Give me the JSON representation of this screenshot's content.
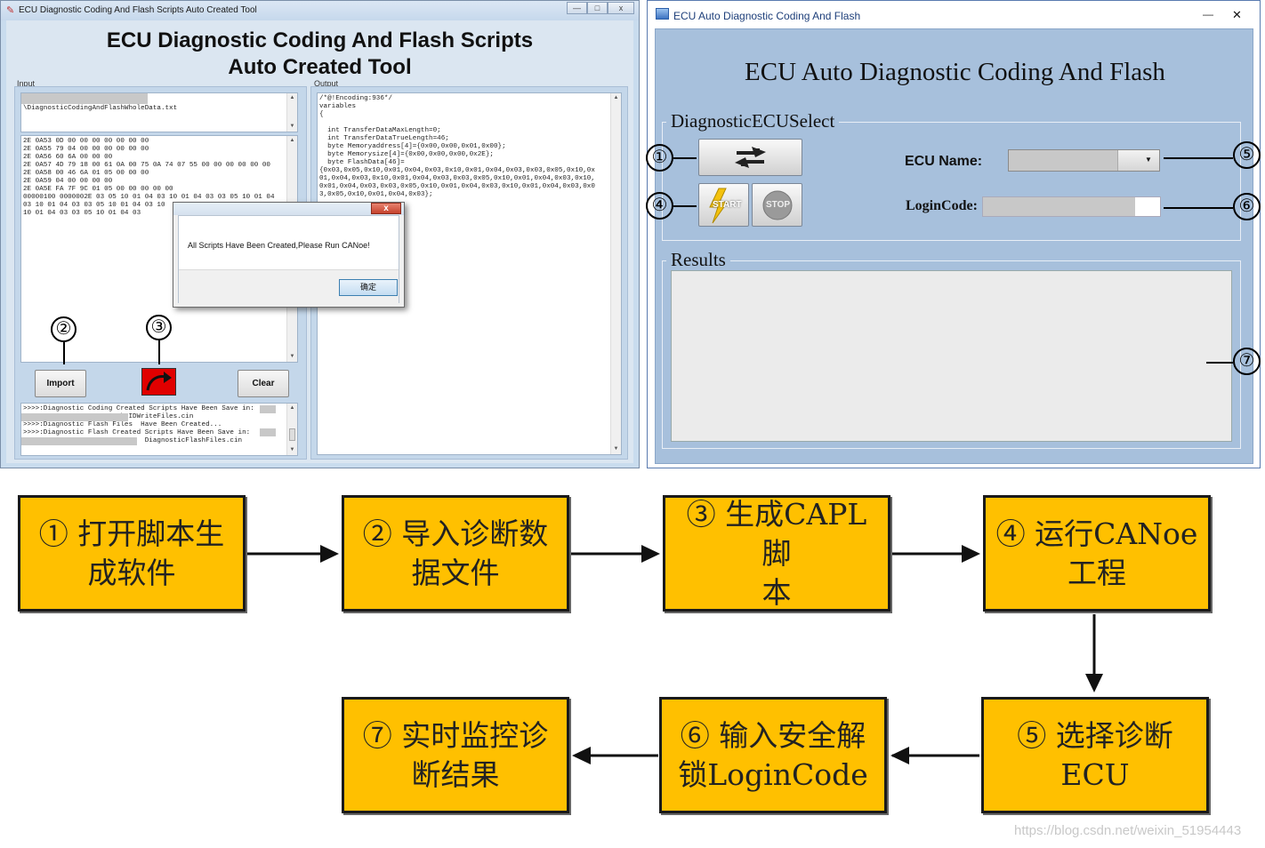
{
  "left_window": {
    "title": "ECU Diagnostic Coding And Flash Scripts Auto Created Tool",
    "heading_line1": "ECU Diagnostic Coding And Flash Scripts",
    "heading_line2": "Auto Created Tool",
    "input_label": "Input",
    "output_label": "Output",
    "input_path": "\\DiagnosticCodingAndFlashWholeData.txt",
    "hex_lines": [
      "2E 0A53 0D 00 00 00 00 00 00 00",
      "2E 0A55 79 04 00 00 00 00 00 00",
      "2E 0A56 60 6A 00 00 00",
      "2E 0A57 4D 79 18 00 61 0A 00 75 0A 74 07 55 00 00 00 00 00 00",
      "2E 0A58 00 46 6A 01 05 00 00 00",
      "2E 0A59 04 00 00 00 00",
      "2E 0A5E FA 7F 9C 01 05 00 00 00 00 00",
      "00000100 0000002E 03 05 10 01 04 03 10 01 04 03 03 05 10 01 04",
      "03 10 01 04 03 03 05 10 01 04 03 10",
      "10 01 04 03 03 05 10 01 04 03"
    ],
    "output_lines": [
      "/*@!Encoding:936*/",
      "variables",
      "{",
      "",
      "  int TransferDataMaxLength=0;",
      "  int TransferDataTrueLength=46;",
      "  byte Memoryaddress[4]={0x00,0x00,0x01,0x00};",
      "  byte Memorysize[4]={0x00,0x00,0x00,0x2E};",
      "  byte FlashData[46]=",
      "{0x03,0x05,0x10,0x01,0x04,0x03,0x10,0x01,0x04,0x03,0x03,0x05,0x10,0x",
      "01,0x04,0x03,0x10,0x01,0x04,0x03,0x03,0x05,0x10,0x01,0x04,0x03,0x10,",
      "0x01,0x04,0x03,0x03,0x05,0x10,0x01,0x04,0x03,0x10,0x01,0x04,0x03,0x0",
      "3,0x05,0x10,0x01,0x04,0x03};"
    ],
    "log_lines": [
      ">>>>:Diagnostic Coding Created Scripts Have Been Save in:",
      "                    Test\\DIDWriteFiles.cin",
      ">>>>:Diagnostic Flash Files  Have Been Created...",
      ">>>>:Diagnostic Flash Created Scripts Have Been Save in:",
      "                              DiagnosticFlashFiles.cin"
    ],
    "import_label": "Import",
    "clear_label": "Clear",
    "marker_2": "②",
    "marker_3": "③",
    "dialog_message": "All Scripts Have Been Created,Please Run CANoe!",
    "dialog_ok": "确定",
    "dialog_close": "x",
    "win_min": "—",
    "win_max": "□",
    "win_close": "x"
  },
  "right_window": {
    "title": "ECU Auto Diagnostic Coding And Flash",
    "heading": "ECU Auto Diagnostic Coding And Flash",
    "group_select": "DiagnosticECUSelect",
    "group_results": "Results",
    "ecu_name_label": "ECU Name:",
    "login_code_label": "LoginCode:",
    "start_label": "START",
    "stop_label": "STOP",
    "refresh_glyph": "⇄",
    "markers": [
      "①",
      "④",
      "⑤",
      "⑥",
      "⑦"
    ],
    "win_min": "—",
    "win_close": "✕"
  },
  "flow_steps": [
    "① 打开脚本生\n成软件",
    "② 导入诊断数\n据文件",
    "③ 生成CAPL脚\n本",
    "④ 运行CANoe\n工程",
    "⑤ 选择诊断\nECU",
    "⑥ 输入安全解\n锁LoginCode",
    "⑦ 实时监控诊\n断结果"
  ],
  "watermark": "https://blog.csdn.net/weixin_51954443",
  "colors": {
    "flow_box": "#ffc000",
    "left_window_bg": "#dbe6f1",
    "right_window_bg": "#a7c0dc",
    "run_button": "#e00000"
  }
}
